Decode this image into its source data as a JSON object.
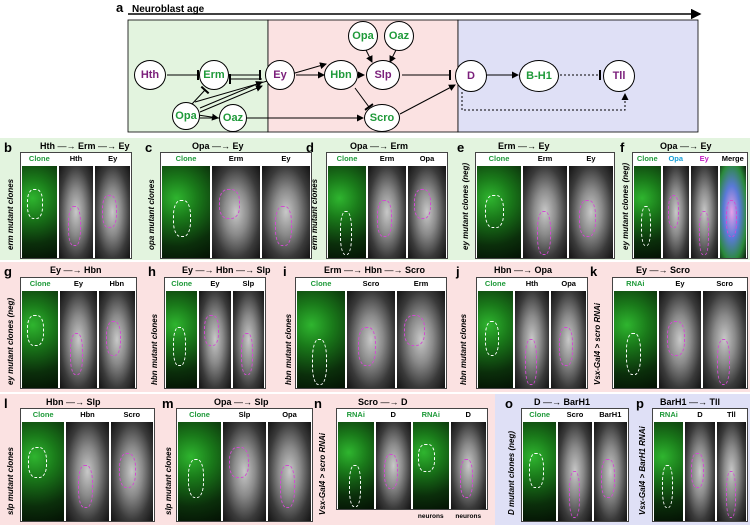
{
  "panel_a": {
    "label": "a",
    "axis_label": "Neuroblast age",
    "nodes": {
      "hth": "Hth",
      "erm": "Erm",
      "opa": "Opa",
      "oaz_left": "Oaz",
      "ey": "Ey",
      "opa_top": "Opa",
      "oaz_top": "Oaz",
      "hbn": "Hbn",
      "slp": "Slp",
      "scro": "Scro",
      "d": "D",
      "bh1": "B-H1",
      "tll": "Tll"
    },
    "colors": {
      "green_node": "#1f9a3a",
      "purple_node": "#7b1f7b",
      "band_green": "#e3f4df",
      "band_red": "#fbe2e2",
      "band_blue": "#dfe0f6"
    }
  },
  "panels": [
    {
      "id": "b",
      "label": "b",
      "title": [
        "Hth",
        "Erm",
        "Ey"
      ],
      "side": "erm mutant clones",
      "cols": [
        "Clone",
        "Hth",
        "Ey"
      ]
    },
    {
      "id": "c",
      "label": "c",
      "title": [
        "Opa",
        "Ey"
      ],
      "side": "opa mutant clones",
      "cols": [
        "Clone",
        "Erm",
        "Ey"
      ]
    },
    {
      "id": "d",
      "label": "d",
      "title": [
        "Opa",
        "Erm"
      ],
      "side": "erm mutant clones",
      "cols": [
        "Clone",
        "Erm",
        "Opa"
      ]
    },
    {
      "id": "e",
      "label": "e",
      "title": [
        "Erm",
        "Ey"
      ],
      "side": "ey mutant clones (neg)",
      "cols": [
        "Clone",
        "Erm",
        "Ey"
      ]
    },
    {
      "id": "f",
      "label": "f",
      "title": [
        "Opa",
        "Ey"
      ],
      "side": "ey mutant clones (neg)",
      "cols": [
        "Clone",
        "Opa",
        "Ey",
        "Merge"
      ]
    },
    {
      "id": "g",
      "label": "g",
      "title": [
        "Ey",
        "Hbn"
      ],
      "side": "ey mutant clones (neg)",
      "cols": [
        "Clone",
        "Ey",
        "Hbn"
      ]
    },
    {
      "id": "h",
      "label": "h",
      "title": [
        "Ey",
        "Hbn",
        "Slp"
      ],
      "side": "hbn mutant clones",
      "cols": [
        "Clone",
        "Ey",
        "Slp"
      ]
    },
    {
      "id": "i",
      "label": "i",
      "title": [
        "Erm",
        "Hbn",
        "Scro"
      ],
      "side": "hbn mutant clones",
      "cols": [
        "Clone",
        "Scro",
        "Erm"
      ]
    },
    {
      "id": "j",
      "label": "j",
      "title": [
        "Hbn",
        "Opa"
      ],
      "side": "hbn mutant clones",
      "cols": [
        "Clone",
        "Hth",
        "Opa"
      ]
    },
    {
      "id": "k",
      "label": "k",
      "title": [
        "Ey",
        "Scro"
      ],
      "side": "Vsx-Gal4 > scro RNAi",
      "cols": [
        "RNAi",
        "Ey",
        "Scro"
      ]
    },
    {
      "id": "l",
      "label": "l",
      "title": [
        "Hbn",
        "Slp"
      ],
      "side": "slp mutant clones",
      "cols": [
        "Clone",
        "Hbn",
        "Scro"
      ]
    },
    {
      "id": "m",
      "label": "m",
      "title": [
        "Opa",
        "Slp"
      ],
      "side": "slp mutant clones",
      "cols": [
        "Clone",
        "Slp",
        "Opa"
      ]
    },
    {
      "id": "n",
      "label": "n",
      "title": [
        "Scro",
        "D"
      ],
      "side": "Vsx-Gal4 > scro RNAi",
      "cols": [
        "RNAi",
        "D",
        "RNAi",
        "D"
      ],
      "foot": [
        "neurons",
        "neurons"
      ]
    },
    {
      "id": "o",
      "label": "o",
      "title": [
        "D",
        "BarH1"
      ],
      "side": "D mutant clones (neg)",
      "cols": [
        "Clone",
        "Scro",
        "BarH1"
      ]
    },
    {
      "id": "p",
      "label": "p",
      "title": [
        "BarH1",
        "Tll"
      ],
      "side": "Vsx-Gal4 > BarH1 RNAi",
      "cols": [
        "RNAi",
        "D",
        "Tll"
      ]
    }
  ]
}
